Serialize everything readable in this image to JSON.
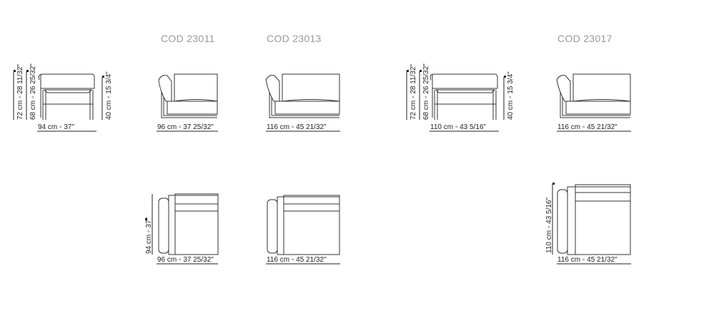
{
  "titles": {
    "cod_23011": "COD 23011",
    "cod_23013": "COD 23013",
    "cod_23017": "COD 23017"
  },
  "front_view_1": {
    "height_back": "72 cm ◦ 28 11/32\"",
    "height_arm": "68 cm ◦ 26 25/32\"",
    "height_seat": "40 cm ◦ 15 3/4\"",
    "width": "94 cm ◦ 37\""
  },
  "side_23011": {
    "width": "96 cm ◦ 37 25/32\""
  },
  "side_23013": {
    "width": "116 cm ◦ 45 21/32\""
  },
  "front_view_2": {
    "height_back": "72 cm ◦ 28 11/32\"",
    "height_arm": "68 cm ◦ 26 25/32\"",
    "height_seat": "40 cm ◦ 15 3/4\"",
    "width": "110 cm ◦ 43 5/16\""
  },
  "side_23017": {
    "width": "116 cm ◦ 45 21/32\""
  },
  "plan_23011": {
    "depth": "94 cm ◦ 37\"",
    "width": "96 cm ◦ 37 25/32\""
  },
  "plan_23013": {
    "width": "116 cm ◦ 45 21/32\""
  },
  "plan_23017": {
    "depth": "110 cm ◦ 43 5/16\"",
    "width": "116 cm ◦ 45 21/32\""
  }
}
